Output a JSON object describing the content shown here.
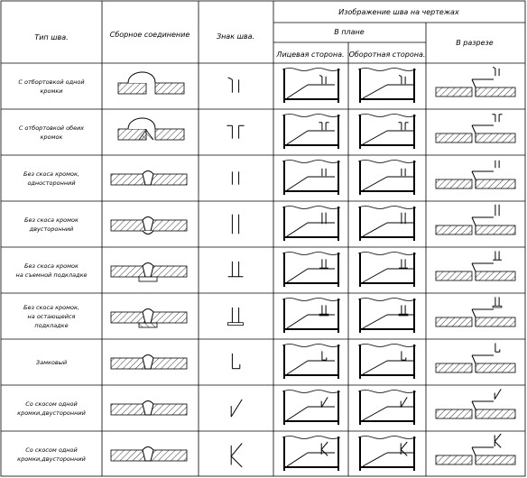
{
  "header": {
    "col_type": "Тип шва.",
    "col_joint": "Сборное соединение",
    "col_sign": "Знак шва.",
    "col_image": "Изображение шва на чертежах",
    "col_plan": "В плане",
    "col_front": "Лицевая сторона.",
    "col_back": "Оборотная сторона.",
    "col_section": "В разрезе"
  },
  "rows": [
    {
      "lines": [
        "С отбортовкой одной",
        "кромки"
      ],
      "sign": "flange1"
    },
    {
      "lines": [
        "С отбортовкой обеих",
        "кромок"
      ],
      "sign": "flange2"
    },
    {
      "lines": [
        "Без скоса кромок,",
        "односторонний"
      ],
      "sign": "square"
    },
    {
      "lines": [
        "Без скоса кромок",
        "двусторонний"
      ],
      "sign": "square2"
    },
    {
      "lines": [
        "Без скоса кромок",
        "на съемной подкладке"
      ],
      "sign": "removable"
    },
    {
      "lines": [
        "Без скоса кромок,",
        "на остающейся",
        "подкладке"
      ],
      "sign": "permanent"
    },
    {
      "lines": [
        "Замковый"
      ],
      "sign": "lock"
    },
    {
      "lines": [
        "Со скосом одной",
        "кромки,двусторонний"
      ],
      "sign": "bevel"
    },
    {
      "lines": [
        "Со скосом одной",
        "кромки,двусторонний"
      ],
      "sign": "bevel2"
    }
  ]
}
